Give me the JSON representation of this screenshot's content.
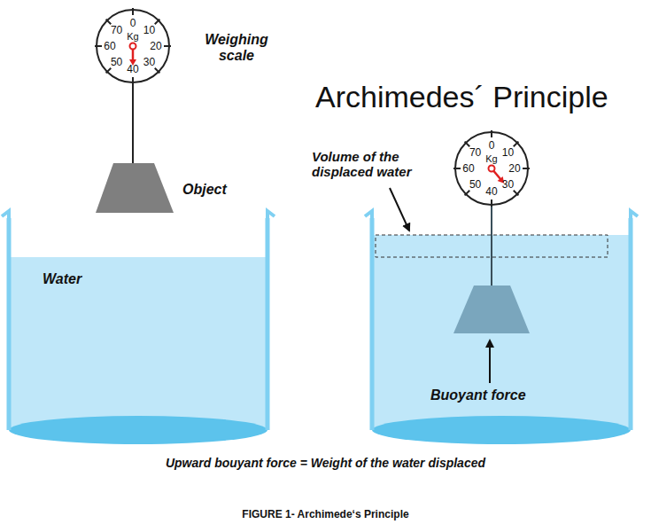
{
  "diagram": {
    "title": "Archimedes´ Principle",
    "caption": "FIGURE 1- Archimede‘s Principle",
    "labels": [
      "Weighing scale",
      "Object",
      "Water",
      "Volume of the displaced water",
      "Buoyant force",
      "Upward bouyant force = Weight of the water displaced",
      "0",
      "10",
      "20",
      "30",
      "40",
      "50",
      "60",
      "70",
      "Kg",
      "0",
      "10",
      "20",
      "30",
      "40",
      "50",
      "60",
      "70",
      "Kg"
    ]
  }
}
